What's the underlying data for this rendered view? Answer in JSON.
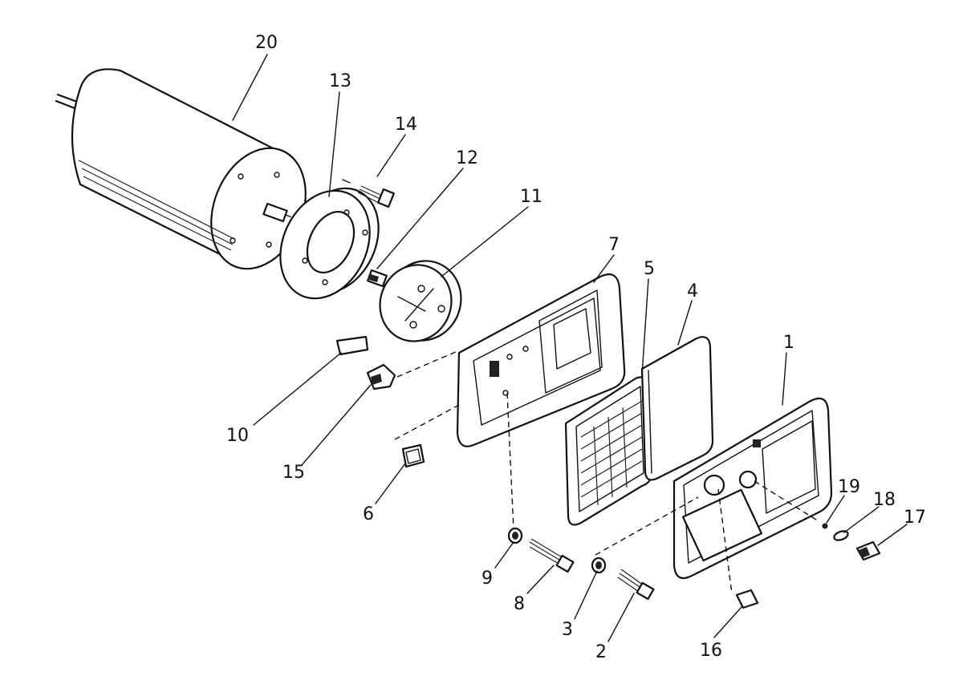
{
  "parts": [
    {
      "id": "p20",
      "label": "20"
    },
    {
      "id": "p13",
      "label": "13"
    },
    {
      "id": "p14",
      "label": "14"
    },
    {
      "id": "p12",
      "label": "12"
    },
    {
      "id": "p11",
      "label": "11"
    },
    {
      "id": "p7",
      "label": "7"
    },
    {
      "id": "p5",
      "label": "5"
    },
    {
      "id": "p4",
      "label": "4"
    },
    {
      "id": "p1",
      "label": "1"
    },
    {
      "id": "p10",
      "label": "10"
    },
    {
      "id": "p15",
      "label": "15"
    },
    {
      "id": "p6",
      "label": "6"
    },
    {
      "id": "p9",
      "label": "9"
    },
    {
      "id": "p8",
      "label": "8"
    },
    {
      "id": "p3",
      "label": "3"
    },
    {
      "id": "p2",
      "label": "2"
    },
    {
      "id": "p16",
      "label": "16"
    },
    {
      "id": "p19",
      "label": "19"
    },
    {
      "id": "p18",
      "label": "18"
    },
    {
      "id": "p17",
      "label": "17"
    }
  ],
  "colors": {
    "ink": "#111111",
    "background": "#ffffff"
  }
}
